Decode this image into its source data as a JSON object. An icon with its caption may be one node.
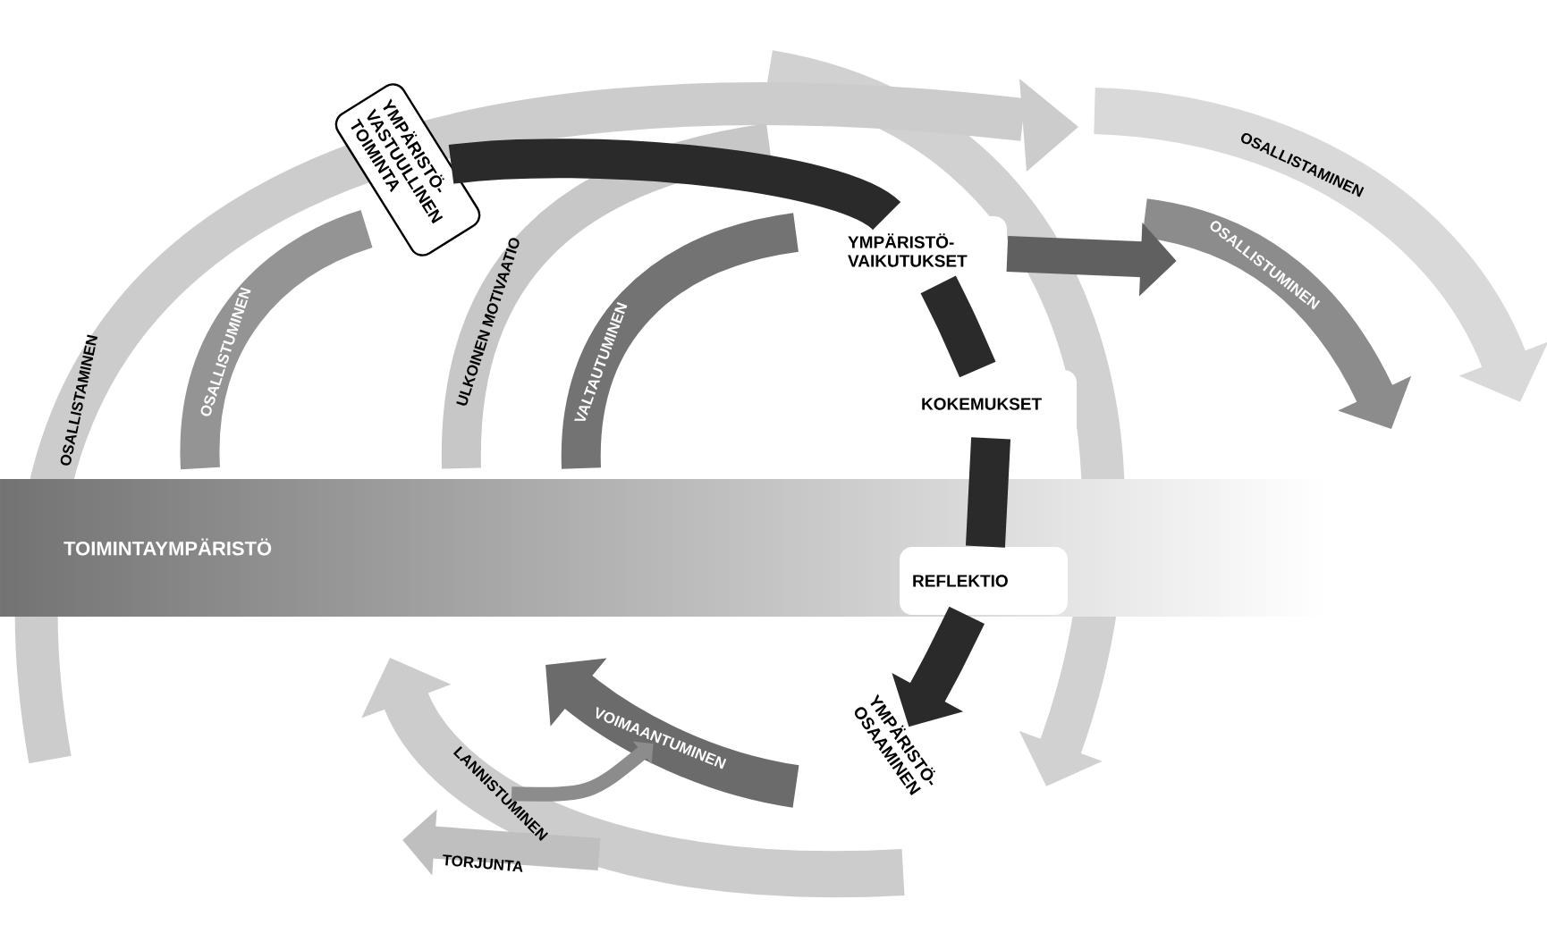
{
  "diagram": {
    "nodes": [
      {
        "text": [
          "TOIMINTAYMPÄRISTÖ"
        ]
      },
      {
        "text": [
          "YMPÄRISTÖ- VASTUULLINEN TOIMINTA"
        ]
      },
      {
        "text": [
          "YMPÄRISTÖ- VAIKUTUKSET"
        ]
      },
      {
        "text": [
          "KOKEMUKSET"
        ]
      },
      {
        "text": [
          "REFLEKTIO"
        ]
      },
      {
        "text": [
          "YMPÄRISTÖ- OSAAMINEN"
        ]
      },
      {
        "text": [
          "OSALLISTAMINEN"
        ]
      },
      {
        "text": [
          "OSALLISTUMINEN"
        ]
      },
      {
        "text": [
          "ULKOINEN MOTIVAATIO"
        ]
      },
      {
        "text": [
          "VALTAUTUMINEN"
        ]
      },
      {
        "text": [
          "OSALLISTAMINEN"
        ]
      },
      {
        "text": [
          "OSALLISTUMINEN"
        ]
      },
      {
        "text": [
          "VOIMAANTUMINEN"
        ]
      },
      {
        "text": [
          "LANNISTUMINEN"
        ]
      },
      {
        "text": [
          "TORJUNTA"
        ]
      }
    ],
    "edges": [
      {
        "from": 1,
        "to": 2,
        "arrow": "none"
      },
      {
        "from": 2,
        "to": 3,
        "arrow": "none"
      },
      {
        "from": 3,
        "to": 4,
        "arrow": "none"
      },
      {
        "from": 4,
        "to": 5,
        "arrow": "to"
      },
      {
        "from": 2,
        "to": 11,
        "arrow": "to",
        "color": "#606060"
      },
      {
        "from": 13,
        "to": 12,
        "arrow": "to",
        "color": "#8c8c8c"
      }
    ]
  }
}
